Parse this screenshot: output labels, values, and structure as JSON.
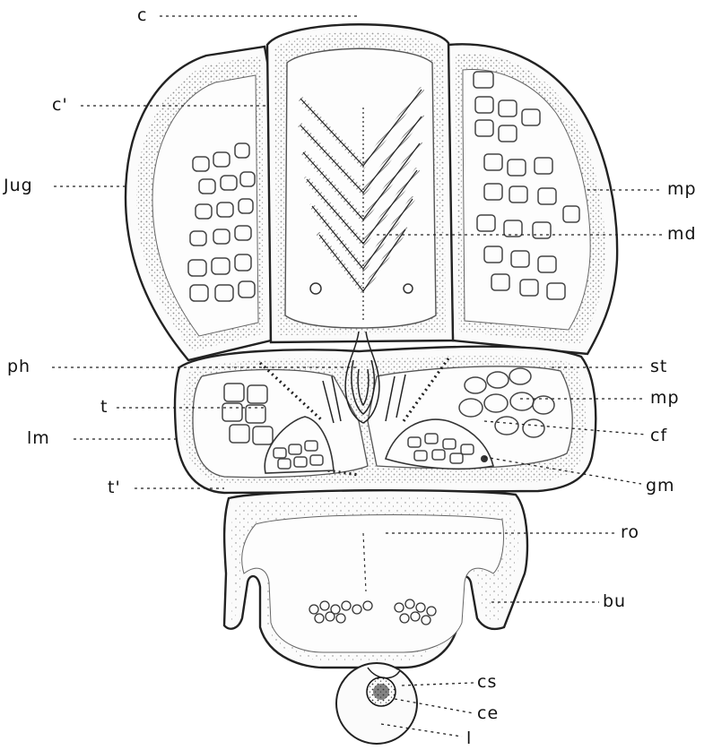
{
  "figure": {
    "labels": {
      "c": "c",
      "c_prime": "c'",
      "jug": "Jug",
      "mp": "mp",
      "md": "md",
      "ph": "ph",
      "st": "st",
      "mp2": "mp",
      "t": "t",
      "lm": "lm",
      "cf": "cf",
      "t_prime": "t'",
      "gm": "gm",
      "ro": "ro",
      "bu": "bu",
      "cs": "cs",
      "ce": "ce",
      "l": "l"
    }
  }
}
